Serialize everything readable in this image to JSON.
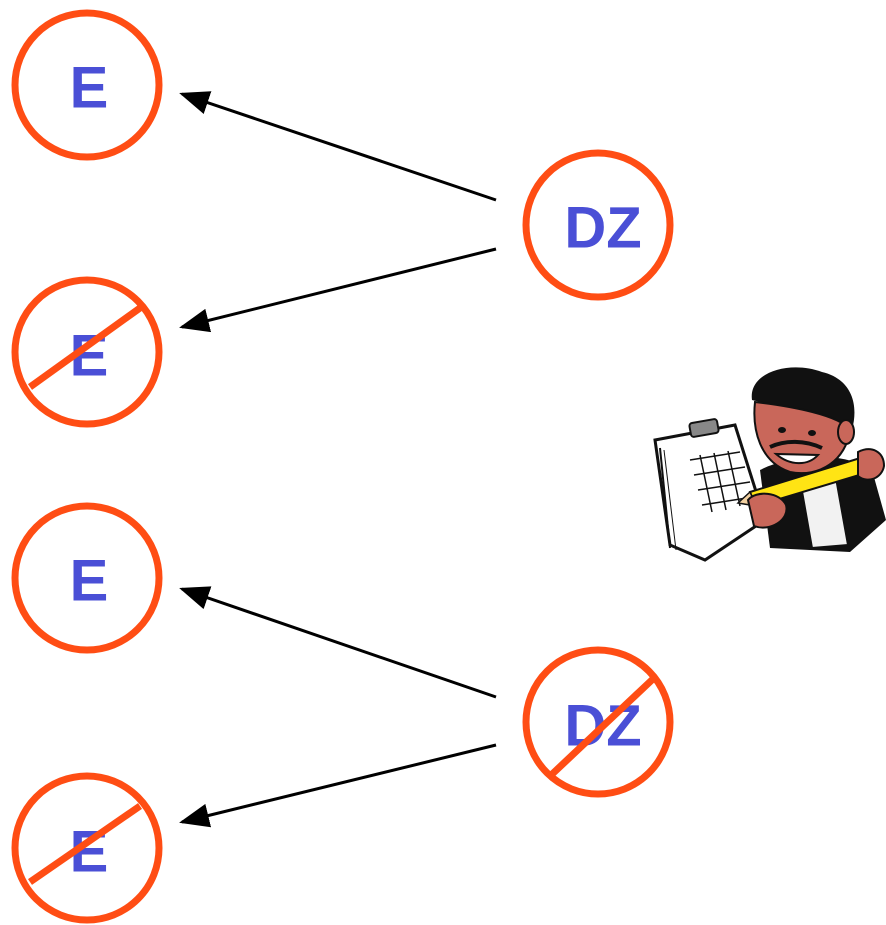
{
  "colors": {
    "circle_stroke": "#ff4d14",
    "label_fill": "#4a4fd6",
    "arrow": "#000000",
    "background": "#ffffff"
  },
  "nodes": {
    "e1": {
      "label": "E",
      "crossed": false
    },
    "e2": {
      "label": "E",
      "crossed": true
    },
    "e3": {
      "label": "E",
      "crossed": false
    },
    "e4": {
      "label": "E",
      "crossed": true
    },
    "dz1": {
      "label": "DZ",
      "crossed": false
    },
    "dz2": {
      "label": "DZ",
      "crossed": true
    }
  },
  "edges": [
    {
      "from": "dz1",
      "to": "e1"
    },
    {
      "from": "dz1",
      "to": "e2"
    },
    {
      "from": "dz2",
      "to": "e3"
    },
    {
      "from": "dz2",
      "to": "e4"
    }
  ],
  "illustration": {
    "icon": "person-with-clipboard-and-pencil"
  }
}
